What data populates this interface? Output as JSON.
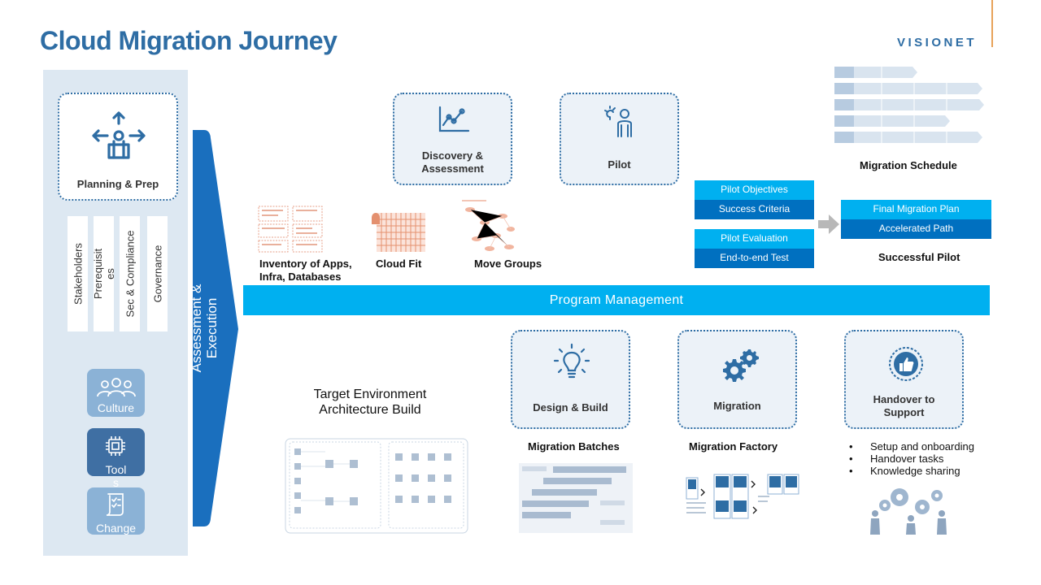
{
  "header": {
    "title": "Cloud Migration Journey",
    "logo": "VISIONET"
  },
  "left_panel": {
    "planning_label": "Planning & Prep",
    "columns": [
      "Stakeholders",
      "Prerequisit\nes",
      "Sec & Compliance",
      "Governance"
    ],
    "tiles": {
      "culture": "Culture",
      "tool": "Tool\ns",
      "change": "Change"
    }
  },
  "arrow": {
    "label": "Assessment &\nExecution"
  },
  "top_nodes": {
    "discovery": "Discovery &\nAssessment",
    "pilot": "Pilot"
  },
  "thumbnails": {
    "inventory": "Inventory of Apps,\nInfra, Databases",
    "cloud_fit": "Cloud Fit",
    "move_groups": "Move Groups"
  },
  "pilot_boxes": {
    "objectives": "Pilot Objectives",
    "success_criteria": "Success Criteria",
    "evaluation": "Pilot Evaluation",
    "end_to_end": "End-to-end Test",
    "final_plan": "Final Migration Plan",
    "accelerated": "Accelerated Path",
    "successful_pilot": "Successful Pilot",
    "schedule": "Migration Schedule"
  },
  "program_management": "Program Management",
  "bottom": {
    "target_env": "Target Environment\nArchitecture Build",
    "design_build": "Design & Build",
    "migration": "Migration",
    "handover": "Handover to\nSupport",
    "batches": "Migration Batches",
    "factory": "Migration Factory",
    "handover_items": [
      "Setup and onboarding",
      "Handover tasks",
      "Knowledge sharing"
    ]
  },
  "colors": {
    "brand": "#2e6da4",
    "accent_cyan": "#00b0f0",
    "dark_blue": "#0070c0",
    "panel": "#dde8f2"
  }
}
